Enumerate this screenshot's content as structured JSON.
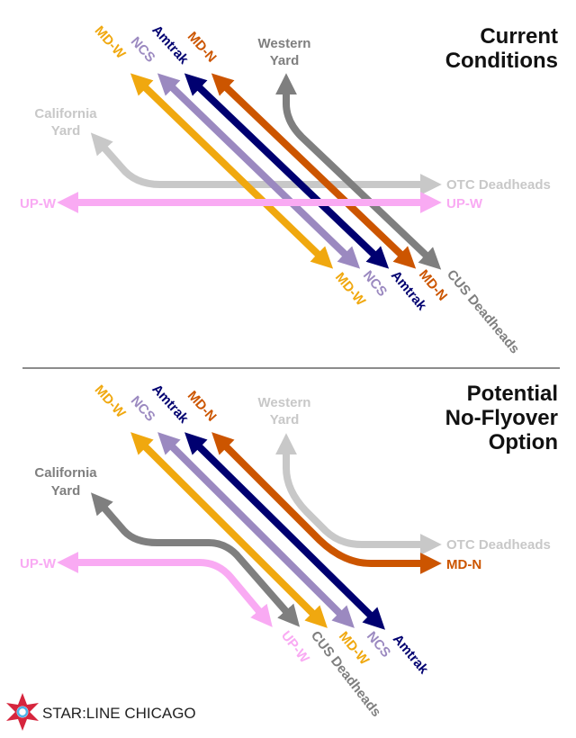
{
  "colors": {
    "md_w": "#f0a80f",
    "ncs": "#9b89c0",
    "amtrak": "#000070",
    "md_n": "#cc5500",
    "dark_gray": "#7f7f7f",
    "light_gray": "#c8c8c8",
    "up_w": "#f9aaf3"
  },
  "current": {
    "title_line1": "Current",
    "title_line2": "Conditions",
    "labels": {
      "md_w_top": "MD-W",
      "ncs_top": "NCS",
      "amtrak_top": "Amtrak",
      "md_n_top": "MD-N",
      "western_yard_1": "Western",
      "western_yard_2": "Yard",
      "california_yard_1": "California",
      "california_yard_2": "Yard",
      "otc_deadheads": "OTC Deadheads",
      "up_w_left": "UP-W",
      "up_w_right": "UP-W",
      "md_w_bottom": "MD-W",
      "ncs_bottom": "NCS",
      "amtrak_bottom": "Amtrak",
      "md_n_bottom": "MD-N",
      "cus_deadheads": "CUS Deadheads"
    }
  },
  "potential": {
    "title_line1": "Potential",
    "title_line2": "No-Flyover",
    "title_line3": "Option",
    "labels": {
      "md_w_top": "MD-W",
      "ncs_top": "NCS",
      "amtrak_top": "Amtrak",
      "md_n_top": "MD-N",
      "western_yard_1": "Western",
      "western_yard_2": "Yard",
      "california_yard_1": "California",
      "california_yard_2": "Yard",
      "otc_deadheads": "OTC Deadheads",
      "md_n_right": "MD-N",
      "up_w_left": "UP-W",
      "up_w_bottom": "UP-W",
      "cus_deadheads": "CUS Deadheads",
      "md_w_bottom": "MD-W",
      "ncs_bottom": "NCS",
      "amtrak_bottom": "Amtrak"
    }
  },
  "logo": {
    "text": "STAR:LINE CHICAGO"
  }
}
